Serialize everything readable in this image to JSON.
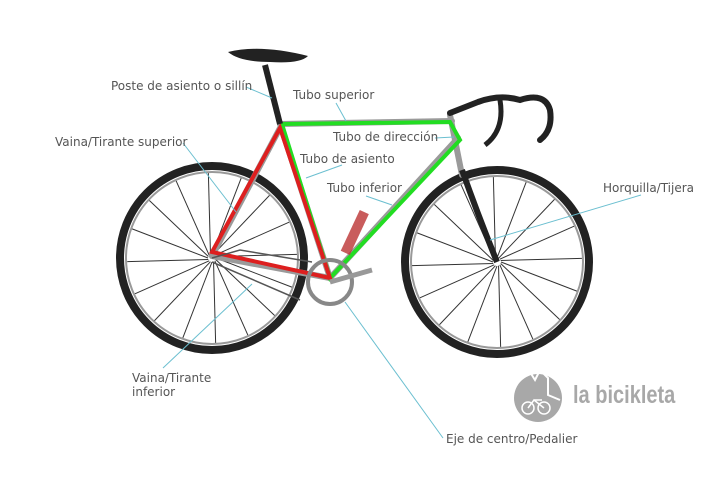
{
  "labels": {
    "seatpost": "Poste de asiento o sillín",
    "top_tube": "Tubo superior",
    "head_tube": "Tubo de dirección",
    "seat_stay": "Vaina/Tirante superior",
    "seat_tube": "Tubo de asiento",
    "down_tube": "Tubo inferior",
    "fork": "Horquilla/Tijera",
    "chain_stay_1": "Vaina/Tirante",
    "chain_stay_2": "inferior",
    "bottom_bracket": "Eje de centro/Pedalier"
  },
  "logo": {
    "text": "la bicikleta"
  },
  "colors": {
    "front_triangle": "#22dd22",
    "rear_triangle": "#dd1f1f",
    "leader": "#6bbfd0",
    "text": "#555555"
  }
}
